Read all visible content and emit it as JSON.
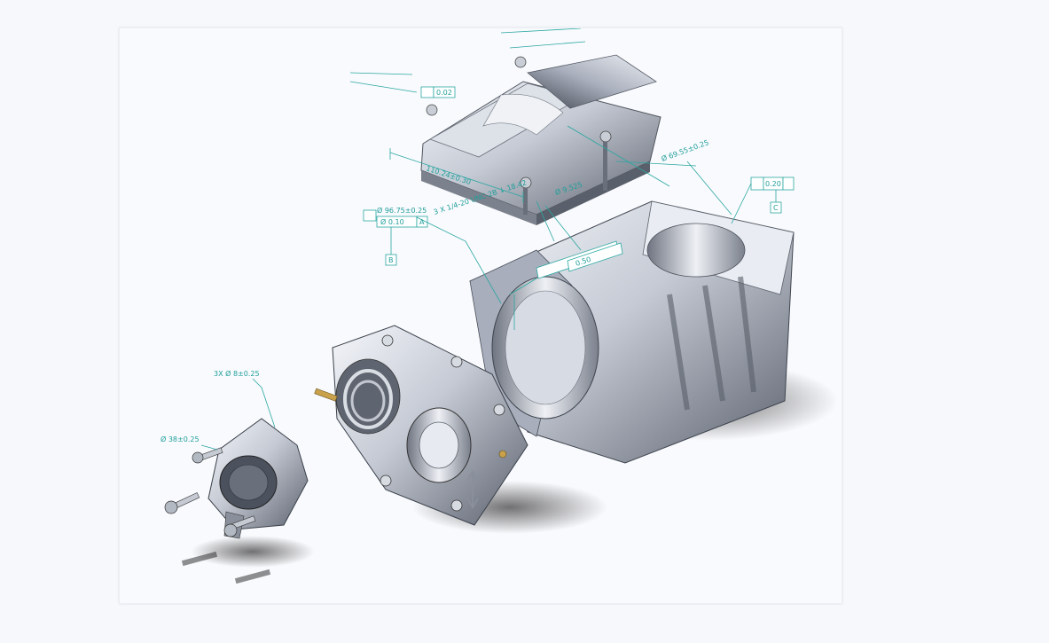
{
  "annotations": {
    "holes_3x": "3X Ø 8±0.25",
    "dia_38": "Ø 38±0.25",
    "dia_96": "Ø 96.75±0.25",
    "tol_010": "Ø 0.10",
    "datum_a": "A",
    "datum_b": "B",
    "datum_c": "C",
    "dim_110": "110.24±0.30",
    "flat_002": "0.02",
    "profile_020": "0.20",
    "dia_69": "Ø 69.55±0.25",
    "thread_3x": "3 X 1/4-20 UNC-2B ↓ 18.42",
    "dia_9525": "Ø 9.525",
    "pos_050": "0.50"
  },
  "colors": {
    "annotation": "#1f9e9b",
    "metal_light": "#e6e9ef",
    "metal_mid": "#b6bcc8",
    "metal_dark": "#4a505c",
    "background": "#f9fafd"
  }
}
